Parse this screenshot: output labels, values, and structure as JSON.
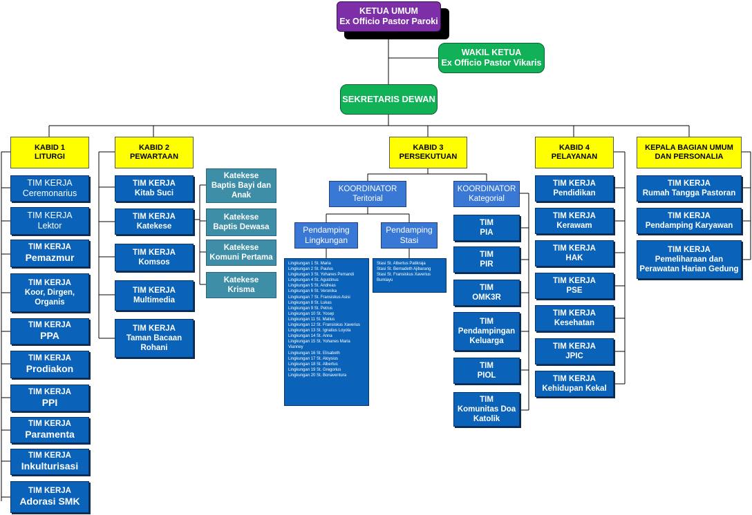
{
  "ketua": {
    "title": "KETUA UMUM",
    "subtitle": "Ex Officio Pastor Paroki"
  },
  "wakil": {
    "title": "WAKIL KETUA",
    "subtitle": "Ex Officio Pastor Vikaris"
  },
  "sekretaris": "SEKRETARIS DEWAN",
  "kabid1": {
    "title": "KABID 1\nLITURGI",
    "teams": [
      {
        "top": "TIM KERJA",
        "name": "Ceremonarius"
      },
      {
        "top": "TIM KERJA",
        "name": "Lektor"
      },
      {
        "top": "TIM KERJA",
        "name": "Pemazmur"
      },
      {
        "top": "TIM KERJA",
        "name": "Koor, Dirgen,\nOrganis"
      },
      {
        "top": "TIM KERJA",
        "name": "PPA"
      },
      {
        "top": "TIM KERJA",
        "name": "Prodiakon"
      },
      {
        "top": "TIM KERJA",
        "name": "PPI"
      },
      {
        "top": "TIM KERJA",
        "name": "Paramenta"
      },
      {
        "top": "TIM KERJA",
        "name": "Inkulturisasi"
      },
      {
        "top": "TIM KERJA",
        "name": "Adorasi SMK"
      }
    ]
  },
  "kabid2": {
    "title": "KABID 2\nPEWARTAAN",
    "teams": [
      {
        "top": "TIM KERJA",
        "name": "Kitab Suci"
      },
      {
        "top": "TIM KERJA",
        "name": "Katekese"
      },
      {
        "top": "TIM KERJA",
        "name": "Komsos"
      },
      {
        "top": "TIM KERJA",
        "name": "Multimedia"
      },
      {
        "top": "TIM KERJA",
        "name": "Taman Bacaan\nRohani"
      }
    ],
    "katekese": [
      "Katekese\nBaptis Bayi dan\nAnak",
      "Katekese\nBaptis Dewasa",
      "Katekese\nKomuni Pertama",
      "Katekese\nKrisma"
    ]
  },
  "kabid3": {
    "title": "KABID 3\nPERSEKUTUAN",
    "koord_teritorial": "KOORDINATOR\nTeritorial",
    "koord_kategorial": "KOORDINATOR\nKategorial",
    "pendamping_lingkungan": "Pendamping\nLingkungan",
    "pendamping_stasi": "Pendamping\nStasi",
    "lingkungan": [
      "Lingkungan 1 St. Maria",
      "Lingkungan 2 St. Paulus",
      "Lingkungan 3 St. Yohanes Pemandi",
      "Lingkungan 4 St. Agustinus",
      "Lingkungan 5 St. Andreas",
      "Lingkungan 6 St. Veronika",
      "Lingkungan 7 St. Fransiskus Asisi",
      "Lingkungan 8 St. Lukas",
      "Lingkungan 9 St. Petrus",
      "Lingkungan 10 St. Yosep",
      "Lingkungan 11 St. Matius",
      "Lingkungan 12 St. Fransiskus Xaverius",
      "Lingkungan 13 St. Ignatius Loyola",
      "Lingkungan 14 St. Anna",
      "Lingkungan 15 St. Yohanes Maria Vianney",
      "Lingkungan 16 St. Elisabeth",
      "Lingkungan 17 St. Aloysius",
      "Lingkungan 18 St. Albertus",
      "Lingkungan 19 St. Gregorius",
      "Lingkungan 20 St. Bonaventura"
    ],
    "stasi": [
      "Stasi St. Albertus Patikraja",
      "Stasi St. Bernadeth Ajibarang",
      "Stasi St. Fransiskus Xaverius Bumiayu"
    ],
    "tim": [
      "TIM\nPIA",
      "TIM\nPIR",
      "TIM\nOMK3R",
      "TIM\nPendampingan\nKeluarga",
      "TIM\nPIOL",
      "TIM\nKomunitas Doa\nKatolik"
    ]
  },
  "kabid4": {
    "title": "KABID 4\nPELAYANAN",
    "teams": [
      {
        "top": "TIM KERJA",
        "name": "Pendidikan"
      },
      {
        "top": "TIM KERJA",
        "name": "Kerawam"
      },
      {
        "top": "TIM KERJA",
        "name": "HAK"
      },
      {
        "top": "TIM KERJA",
        "name": "PSE"
      },
      {
        "top": "TIM KERJA",
        "name": "Kesehatan"
      },
      {
        "top": "TIM KERJA",
        "name": "JPIC"
      },
      {
        "top": "TIM KERJA",
        "name": "Kehidupan Kekal"
      }
    ]
  },
  "kabag": {
    "title": "KEPALA BAGIAN UMUM\nDAN PERSONALIA",
    "teams": [
      {
        "top": "TIM KERJA",
        "name": "Rumah Tangga Pastoran"
      },
      {
        "top": "TIM KERJA",
        "name": "Pendamping Karyawan"
      },
      {
        "top": "TIM KERJA",
        "name": "Pemeliharaan dan\nPerawatan Harian Gedung"
      }
    ]
  },
  "colors": {
    "team": "#0a63b8",
    "kabid": "#ffff00",
    "ketua": "#7d2fa7",
    "green": "#10b157",
    "teal": "#3d8ea6",
    "koordinator": "#3a78d6"
  }
}
